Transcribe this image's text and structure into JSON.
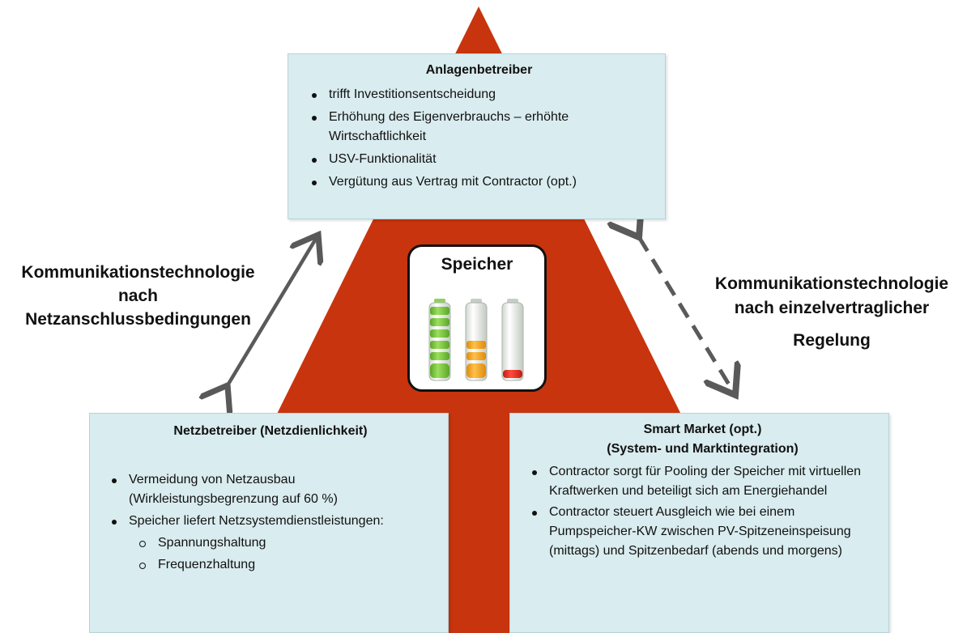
{
  "center": {
    "title": "Speicher",
    "icon": "battery-levels-icon"
  },
  "operator_box": {
    "title": "Anlagenbetreiber",
    "items": [
      "trifft Investitionsentscheidung",
      "Erhöhung des Eigenverbrauchs – erhöhte Wirtschaftlichkeit",
      "USV-Funktionalität",
      "Vergütung aus Vertrag mit Contractor (opt.)"
    ]
  },
  "grid_box": {
    "title": "Netzbetreiber (Netzdienlichkeit)",
    "items": [
      "Vermeidung von Netzausbau (Wirkleistungsbegrenzung auf 60 %)",
      "Speicher liefert Netzsystemdienstleistungen:"
    ],
    "subitems": [
      "Spannungshaltung",
      "Frequenzhaltung"
    ]
  },
  "market_box": {
    "title_line1": "Smart Market (opt.)",
    "title_line2": "(System- und Marktintegration)",
    "items": [
      "Contractor sorgt für Pooling der Speicher mit virtuellen Kraftwerken und beteiligt sich am Energiehandel",
      "Contractor steuert Ausgleich wie bei einem Pumpspeicher-KW zwischen PV-Spitzeneinspeisung (mittags) und Spitzenbedarf (abends und morgens)"
    ]
  },
  "left_link": {
    "line1": "Kommunikationstechnologie",
    "line2": "nach",
    "line3": "Netzanschlussbedingungen"
  },
  "right_link": {
    "line1": "Kommunikationstechnologie",
    "line2": "nach einzelvertraglicher",
    "line3": "Regelung"
  },
  "colors": {
    "triangle": "#c8340d",
    "box_fill": "#d9ecef",
    "arrow": "#595959",
    "battery_green": "#7dc943",
    "battery_orange": "#f4a31c",
    "battery_red": "#e3261b"
  }
}
